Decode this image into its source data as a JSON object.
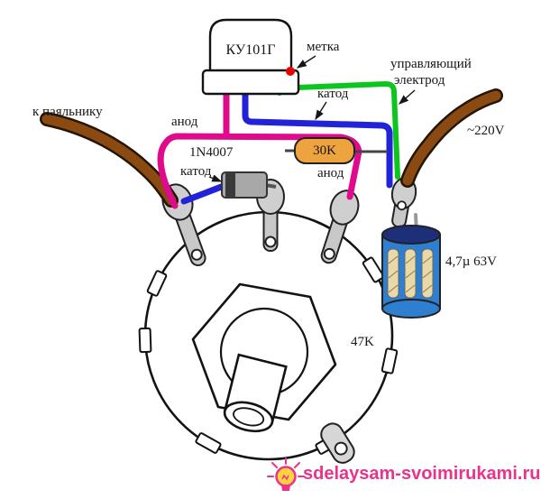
{
  "diagram": {
    "labels": {
      "to_soldering_iron": "к паяльнику",
      "anode_top": "анод",
      "thyristor": "КУ101Г",
      "mark": "метка",
      "cathode_top": "катод",
      "control_electrode_line1": "управляющий",
      "control_electrode_line2": "электрод",
      "diode": "1N4007",
      "cathode_bottom": "катод",
      "resistor_value": "30K",
      "anode_bottom": "анод",
      "mains_voltage": "~220V",
      "capacitor_value": "4,7µ 63V",
      "potentiometer_value": "47K"
    },
    "watermark": {
      "text": "sdelaysam-svoimirukami.ru",
      "color": "#e8338f"
    },
    "colors": {
      "wire_green": "#0cc51e",
      "wire_blue": "#2222d8",
      "wire_magenta": "#df0a8c",
      "wire_brown": "#8a4a12",
      "resistor_body": "#eea43e",
      "capacitor_body": "#2e7fd0",
      "capacitor_top": "#1c2f78",
      "mark_dot": "#e80202"
    }
  }
}
